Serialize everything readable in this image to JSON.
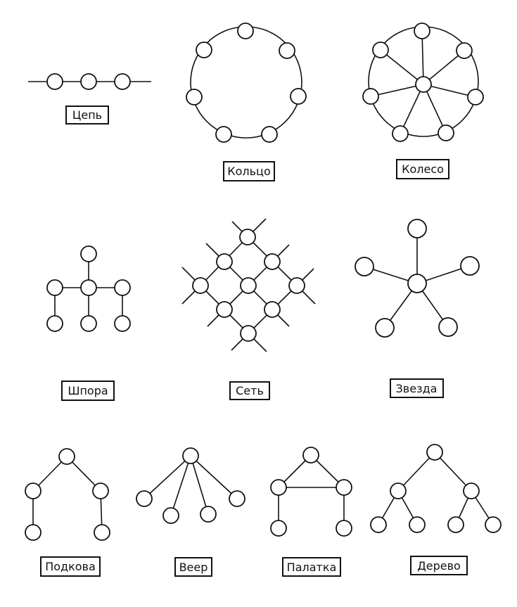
{
  "colors": {
    "ink": "#111111",
    "paper": "#ffffff"
  },
  "networks": [
    {
      "id": "chain",
      "label": "Цепь"
    },
    {
      "id": "ring",
      "label": "Кольцо"
    },
    {
      "id": "wheel",
      "label": "Колесо"
    },
    {
      "id": "spur",
      "label": "Шпора"
    },
    {
      "id": "grid",
      "label": "Сеть"
    },
    {
      "id": "star",
      "label": "Звезда"
    },
    {
      "id": "horseshoe",
      "label": "Подкова"
    },
    {
      "id": "fan",
      "label": "Веер"
    },
    {
      "id": "tent",
      "label": "Палатка"
    },
    {
      "id": "tree",
      "label": "Дерево"
    }
  ]
}
